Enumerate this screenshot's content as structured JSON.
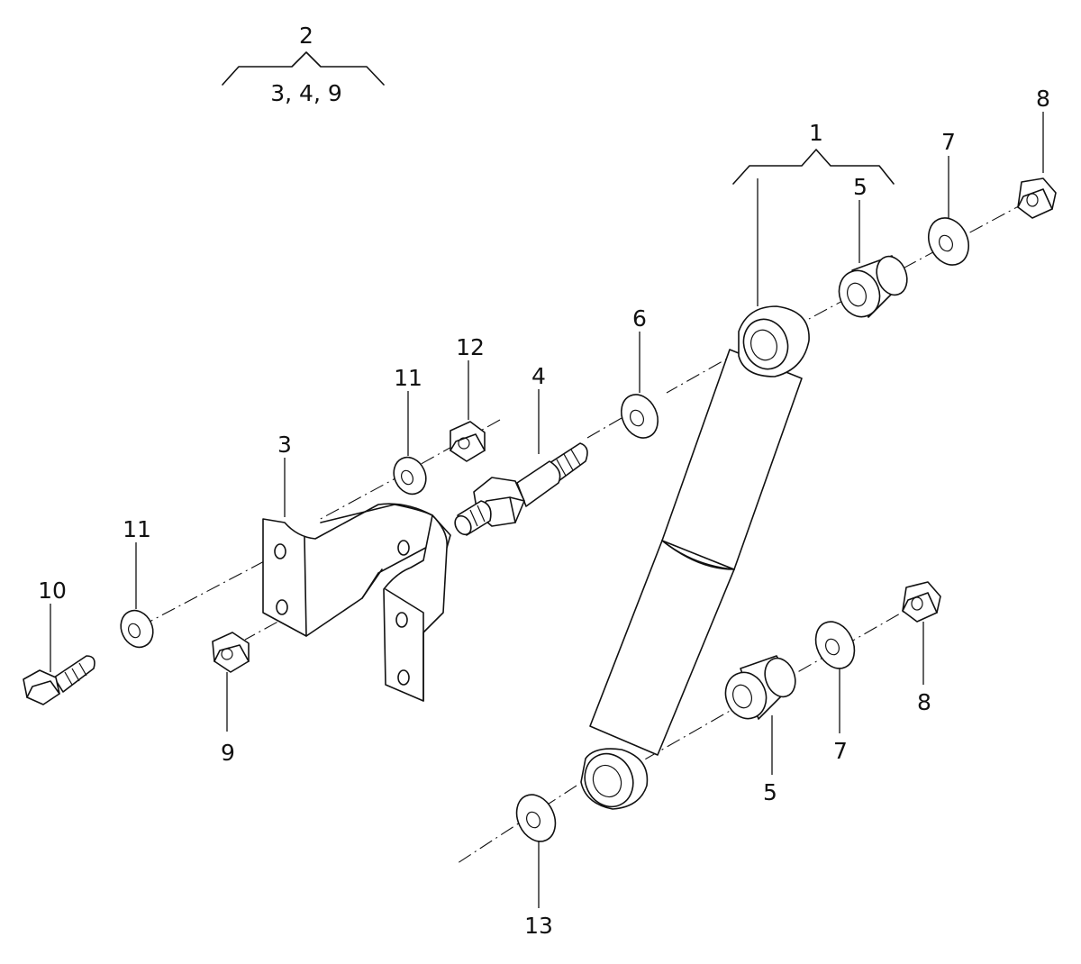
{
  "labels": {
    "group_2": "2",
    "group_2_contents": "3, 4, 9",
    "group_1": "1",
    "bracket": "3",
    "stud": "4",
    "bushing_upper": "5",
    "bushing_lower": "5",
    "washer_6": "6",
    "washer_7_upper": "7",
    "washer_7_lower": "7",
    "nut_8_upper": "8",
    "nut_8_lower": "8",
    "nut_9": "9",
    "bolt_10": "10",
    "washer_11_upper": "11",
    "washer_11_lower": "11",
    "nut_12": "12",
    "washer_13": "13"
  }
}
